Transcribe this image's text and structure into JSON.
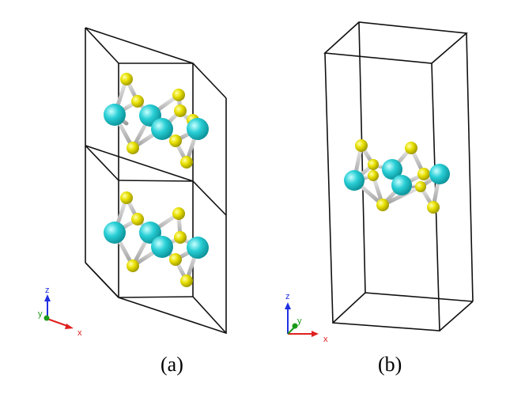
{
  "panels": [
    {
      "label": "(a)"
    },
    {
      "label": "(b)"
    }
  ],
  "axes": {
    "x": "x",
    "y": "y",
    "z": "z"
  },
  "colors": {
    "metal_atom": "#29cfd6",
    "chalcogen_atom": "#e8e000",
    "bond": "#c8c8c8",
    "cell_edge": "#111111",
    "axis_x": "#e02020",
    "axis_y": "#1a9a1a",
    "axis_z": "#2030e0"
  },
  "icons": [
    "x-axis-arrow-icon",
    "y-axis-arrow-icon",
    "z-axis-arrow-icon"
  ]
}
